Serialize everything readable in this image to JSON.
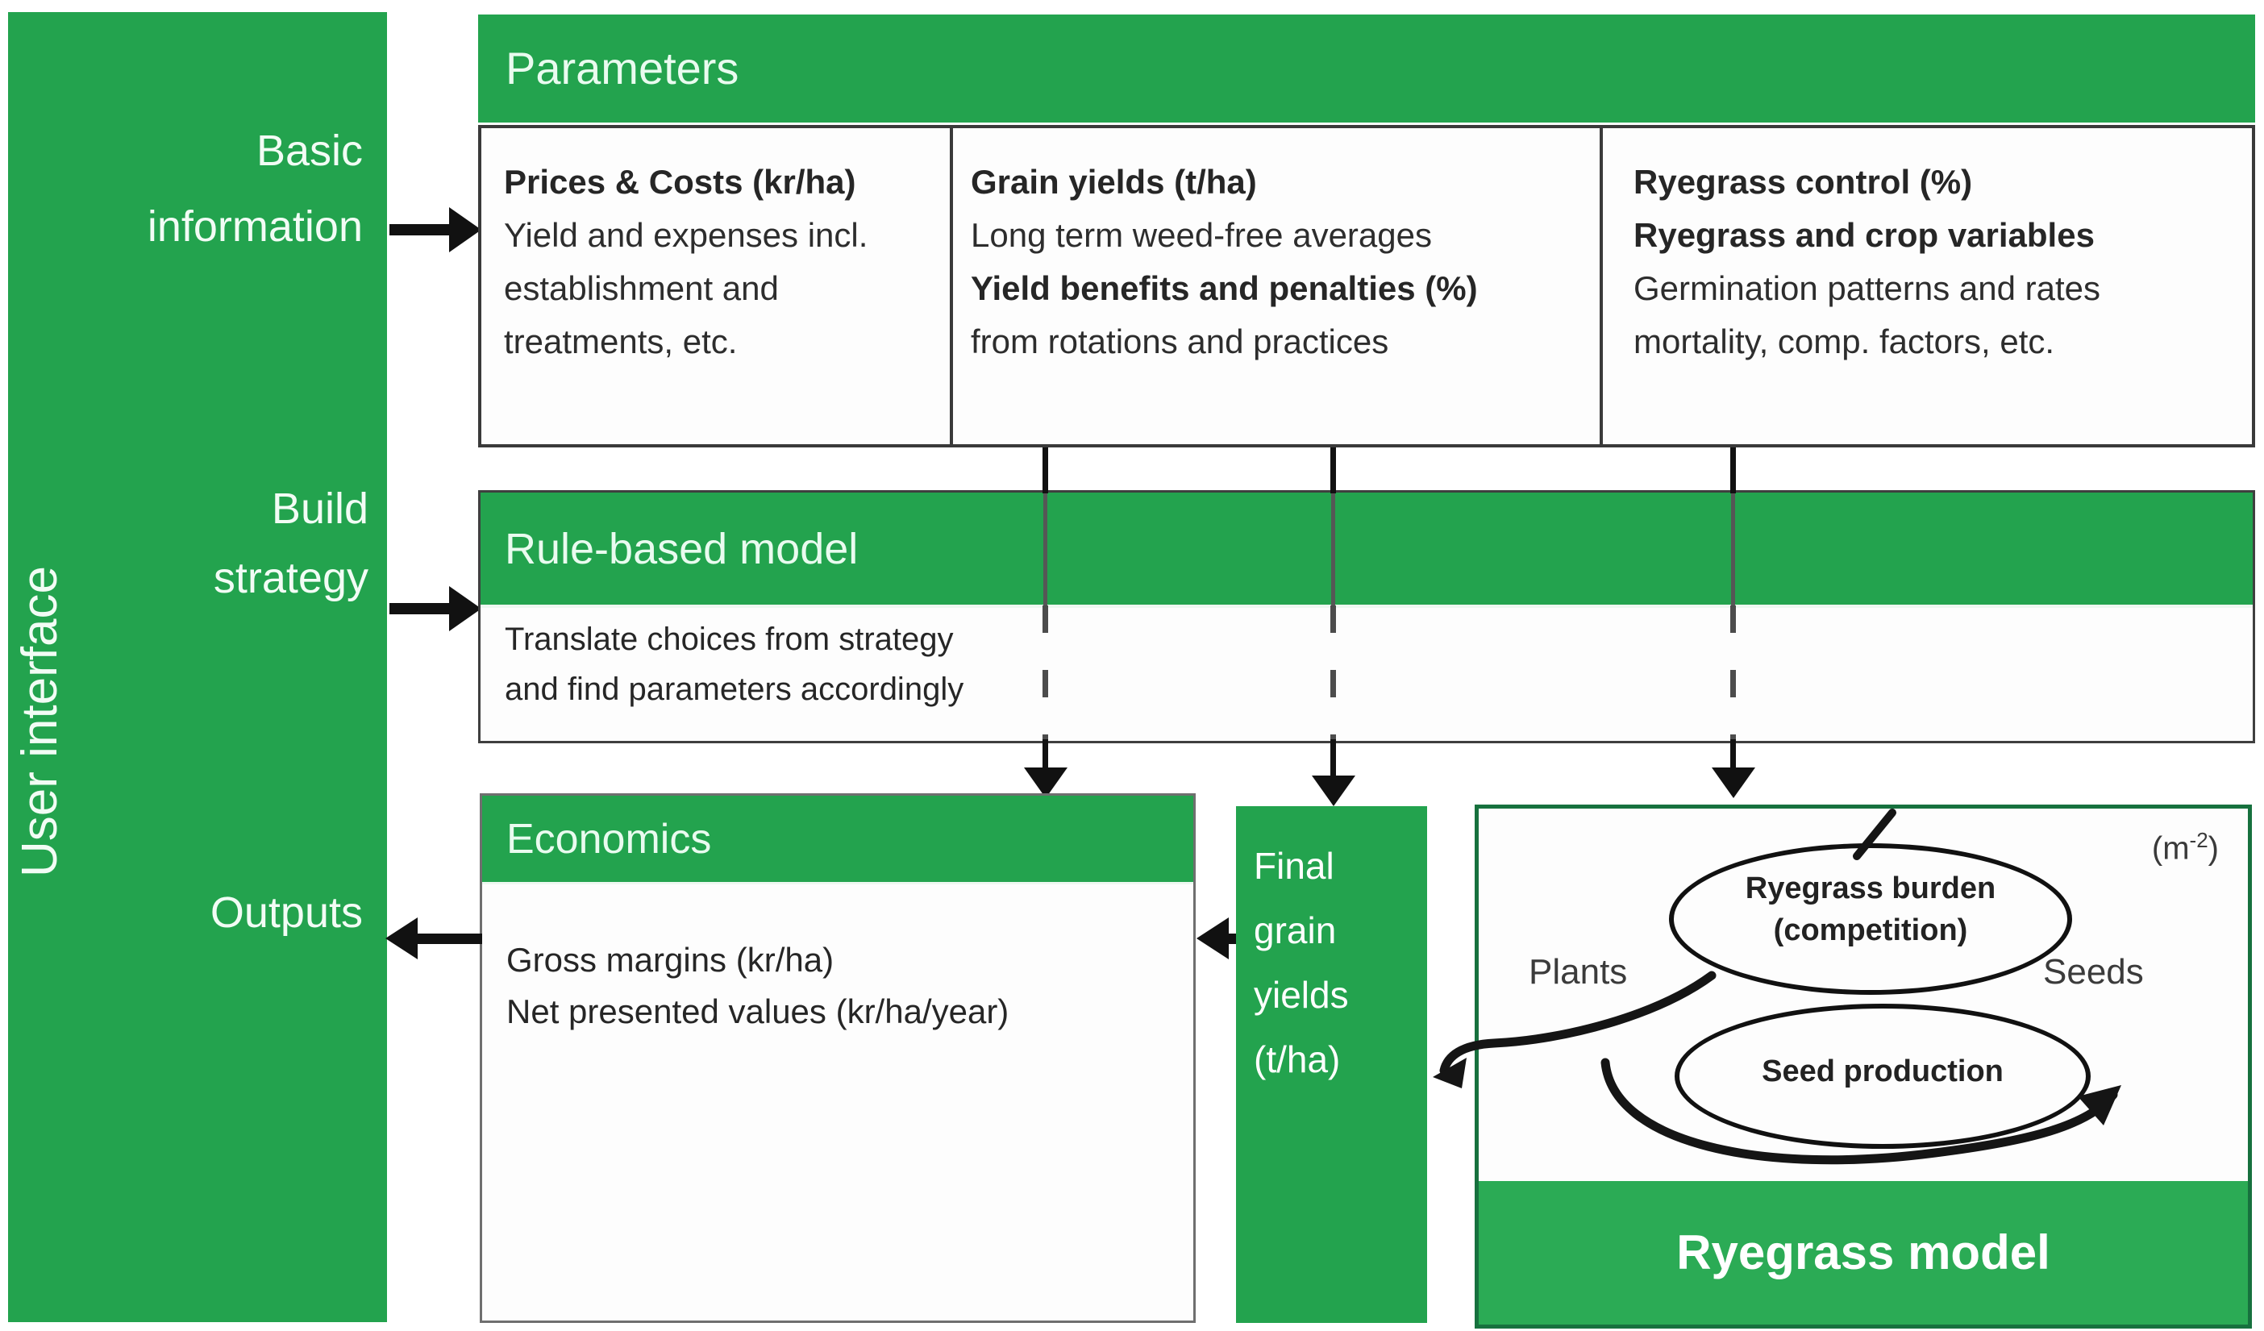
{
  "colors": {
    "green_main": "#23a34e",
    "green_bright": "#2bab55",
    "header_text": "#e9fbef",
    "body_text": "#2d2d2d",
    "box_border_dark": "#3a3a3a",
    "box_border_gray": "#6f6f6f",
    "ryegrass_border": "#17713e",
    "arrow_black": "#111111",
    "dash_gray": "#4c4c4c"
  },
  "sidebar": {
    "vertical_label": "User interface",
    "basic": {
      "line1": "Basic",
      "line2": "information"
    },
    "build": {
      "line1": "Build",
      "line2": "strategy"
    },
    "outputs": {
      "line1": "Outputs"
    }
  },
  "parameters": {
    "title": "Parameters",
    "columns": [
      {
        "line1": "Prices & Costs (kr/ha)",
        "line2": "Yield and expenses incl.",
        "line3": "establishment and",
        "line4": "treatments, etc."
      },
      {
        "line1": "Grain yields (t/ha)",
        "line2": "Long term weed-free averages",
        "line3": "Yield benefits and penalties (%)",
        "line4": "from rotations and practices"
      },
      {
        "line1": "Ryegrass control (%)",
        "line2": "Ryegrass and crop variables",
        "line3": "Germination patterns and rates",
        "line4": "mortality, comp. factors, etc."
      }
    ]
  },
  "rule_based": {
    "title": "Rule-based model",
    "line1": "Translate choices from strategy",
    "line2": "and find parameters accordingly"
  },
  "economics": {
    "title": "Economics",
    "line1": "Gross margins (kr/ha)",
    "line2": "Net presented values (kr/ha/year)"
  },
  "final_yields": {
    "line1": "Final",
    "line2": "grain",
    "line3": "yields",
    "line4": "(t/ha)"
  },
  "ryegrass": {
    "title": "Ryegrass model",
    "unit_prefix": "(m",
    "unit_sup": "-2",
    "unit_suffix": ")",
    "ellipse1_line1": "Ryegrass burden",
    "ellipse1_line2": "(competition)",
    "ellipse2_label": "Seed production",
    "left_label": "Plants",
    "right_label": "Seeds"
  }
}
